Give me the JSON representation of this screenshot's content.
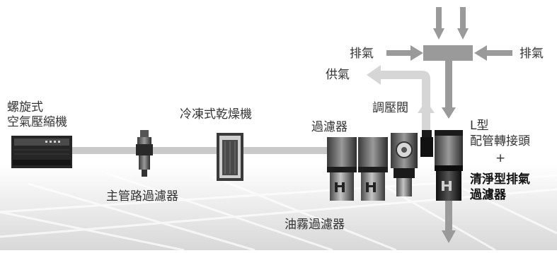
{
  "labels": {
    "compressor_line1": "螺旋式",
    "compressor_line2": "空氣壓縮機",
    "main_line_filter": "主管路過濾器",
    "refrigerated_dryer": "冷凍式乾燥機",
    "filter": "過濾器",
    "oil_mist_filter": "油霧過濾器",
    "regulator": "調壓閥",
    "supply_air": "供氣",
    "exhaust_left": "排氣",
    "exhaust_right": "排氣",
    "l_type": "L型",
    "l_fitting": "配管轉接頭",
    "plus": "+",
    "clean_exhaust_line1": "清淨型排氣",
    "clean_exhaust_line2": "過濾器"
  },
  "colors": {
    "pipe": "#c9c9c9",
    "exhaust_arrow": "#9a9a9a",
    "supply_arrow": "#d6d6d6",
    "equipment_dark": "#2a2a2a",
    "equipment_mid": "#8a8a8a",
    "text": "#333333"
  }
}
